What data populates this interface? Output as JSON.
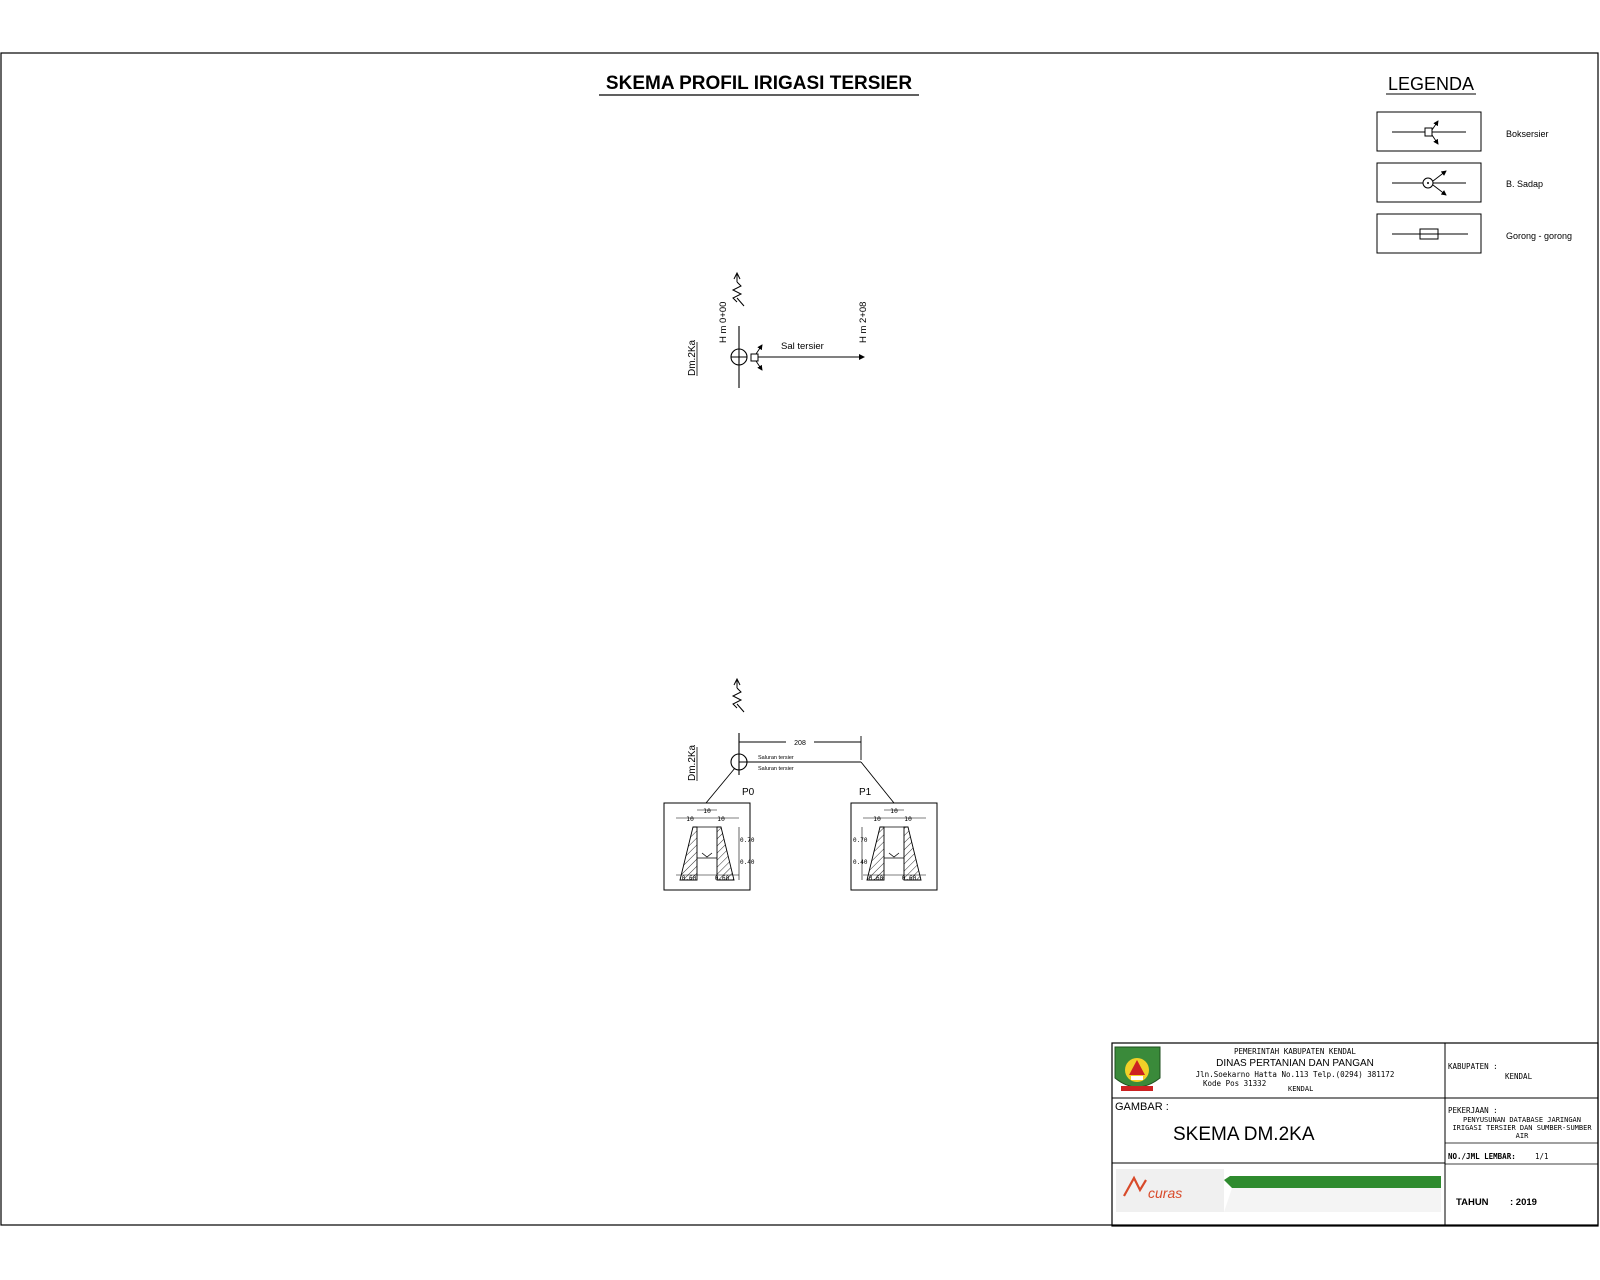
{
  "title": "SKEMA PROFIL IRIGASI TERSIER",
  "legend": {
    "heading": "LEGENDA",
    "items": [
      {
        "label": "Boksersier",
        "symbol": "box"
      },
      {
        "label": "B. Sadap",
        "symbol": "sadap"
      },
      {
        "label": "Gorong - gorong",
        "symbol": "culvert"
      }
    ]
  },
  "schema": {
    "origin_label": "Dm.2Ka",
    "start_station": "H m 0+00",
    "end_station": "H m 2+08",
    "channel_label": "Sal tersier"
  },
  "profile": {
    "origin_label": "Dm.2Ka",
    "distance": "208",
    "channel_label_1": "Saluran tersier",
    "channel_label_2": "Saluran tersier",
    "points": [
      "P0",
      "P1"
    ],
    "section": {
      "top_width": "10",
      "side_width": "10",
      "bottom_width": "0.60",
      "height_upper": "0.70",
      "height_lower": "0.40"
    }
  },
  "title_block": {
    "gov": "PEMERINTAH KABUPATEN KENDAL",
    "agency": "DINAS PERTANIAN DAN PANGAN",
    "address": "Jln.Soekarno Hatta No.113 Telp.(0294) 381172",
    "postal": "Kode Pos 31332",
    "city": "KENDAL",
    "gambar_label": "GAMBAR :",
    "gambar_value": "SKEMA DM.2KA",
    "kabupaten_label": "KABUPATEN :",
    "kabupaten_value": "KENDAL",
    "pekerjaan_label": "PEKERJAAN :",
    "pekerjaan_lines": [
      "PENYUSUNAN DATABASE JARINGAN",
      "IRIGASI TERSIER DAN SUMBER-SUMBER",
      "AIR"
    ],
    "lembar_label": "NO./JML LEMBAR:",
    "lembar_value": "1/1",
    "tahun_label": "TAHUN",
    "tahun_value": ": 2019",
    "consultant_logo_text": "curas"
  }
}
